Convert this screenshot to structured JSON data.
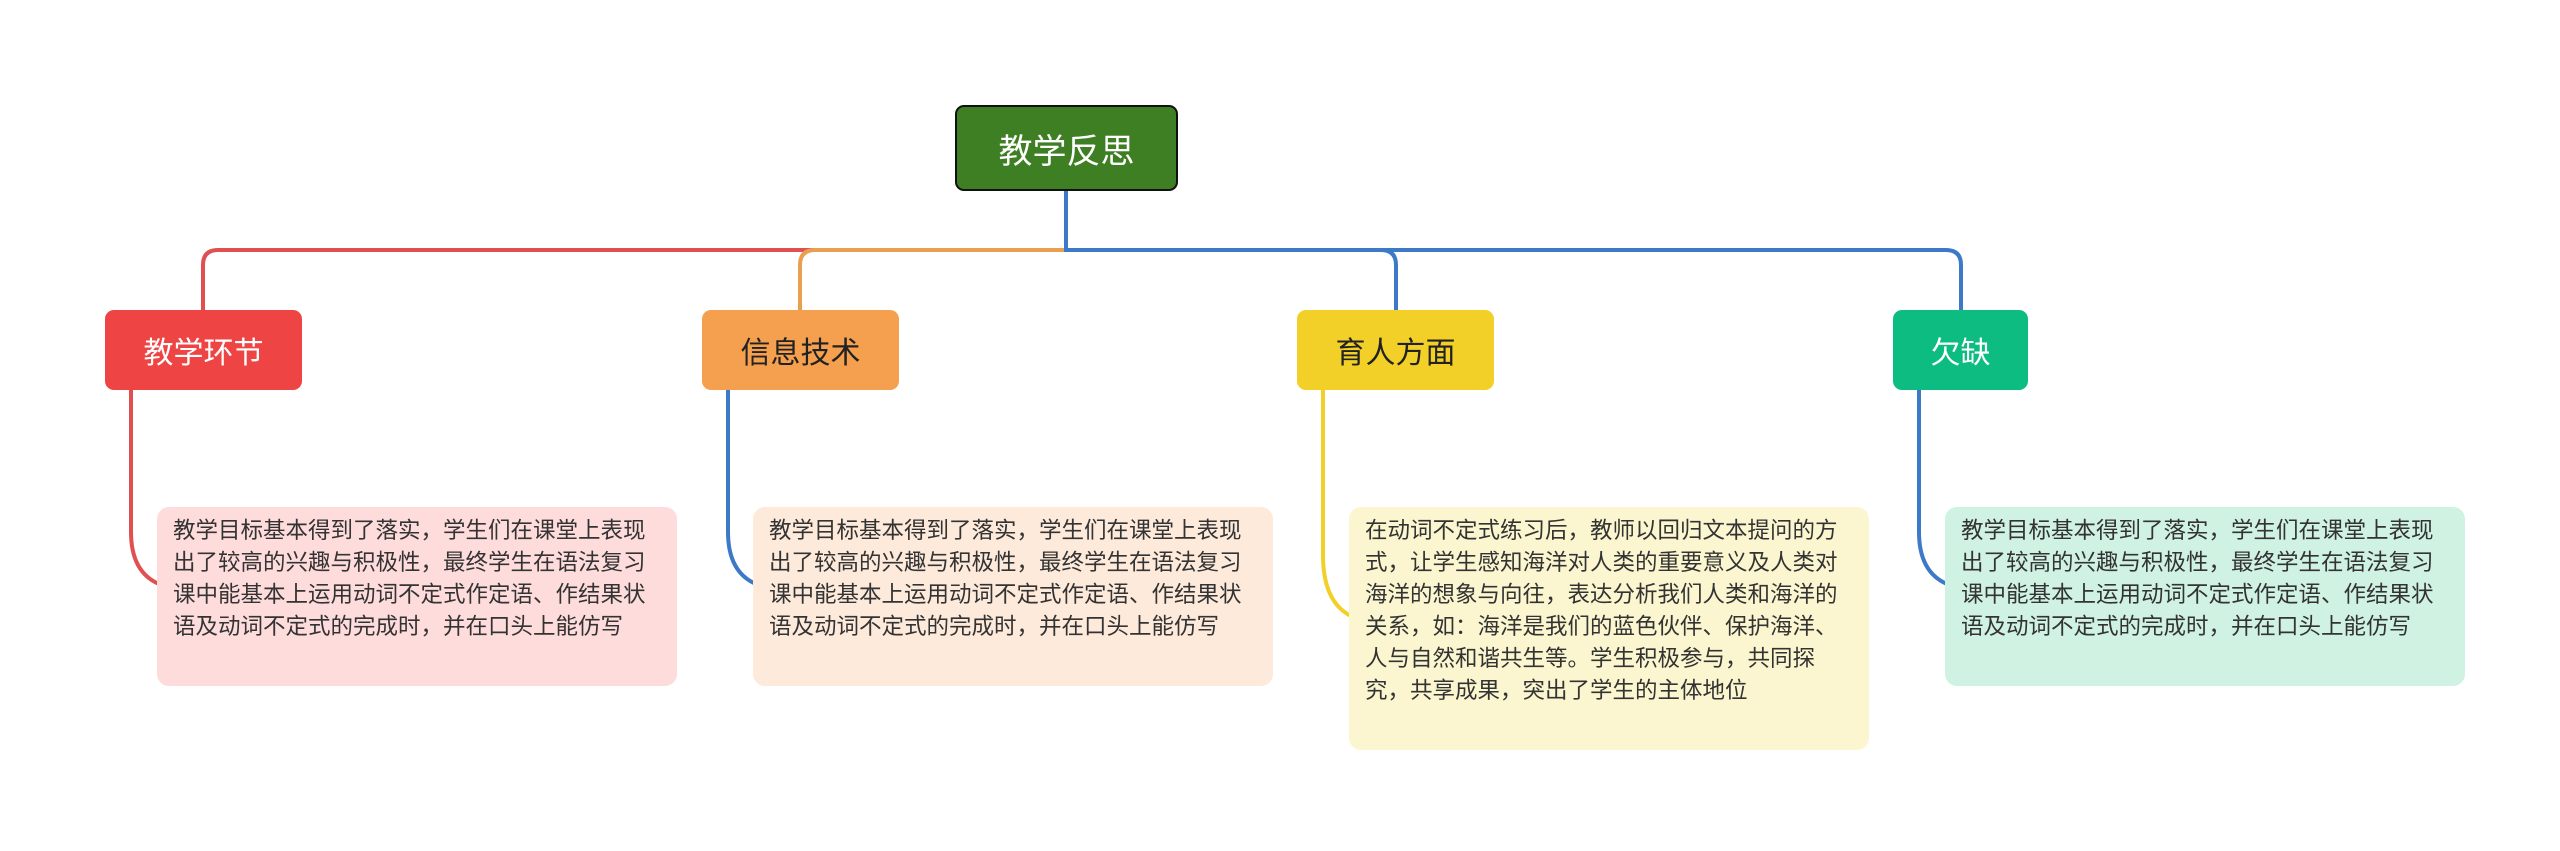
{
  "root": {
    "label": "教学反思"
  },
  "branches": [
    {
      "label": "教学环节",
      "color": "#ef4444",
      "note": "教学目标基本得到了落实，学生们在课堂上表现出了较高的兴趣与积极性，最终学生在语法复习课中能基本上运用动词不定式作定语、作结果状语及动词不定式的完成时，并在口头上能仿写"
    },
    {
      "label": "信息技术",
      "color": "#f5a04e",
      "note": "教学目标基本得到了落实，学生们在课堂上表现出了较高的兴趣与积极性，最终学生在语法复习课中能基本上运用动词不定式作定语、作结果状语及动词不定式的完成时，并在口头上能仿写"
    },
    {
      "label": "育人方面",
      "color": "#f2d028",
      "note": "在动词不定式练习后，教师以回归文本提问的方式，让学生感知海洋对人类的重要意义及人类对海洋的想象与向往，表达分析我们人类和海洋的关系，如：海洋是我们的蓝色伙伴、保护海洋、人与自然和谐共生等。学生积极参与，共同探究，共享成果，突出了学生的主体地位"
    },
    {
      "label": "欠缺",
      "color": "#0cbc80",
      "note": "教学目标基本得到了落实，学生们在课堂上表现出了较高的兴趣与积极性，最终学生在语法复习课中能基本上运用动词不定式作定语、作结果状语及动词不定式的完成时，并在口头上能仿写"
    }
  ],
  "connector_colors": {
    "root_to_1": "#e05050",
    "root_to_2": "#e8a050",
    "root_to_3": "#3c7ac8",
    "root_to_4": "#3c7ac8",
    "branch1_to_note": "#e05050",
    "branch2_to_note": "#3c7ac8",
    "branch3_to_note": "#f2d028",
    "branch4_to_note": "#3c7ac8"
  }
}
